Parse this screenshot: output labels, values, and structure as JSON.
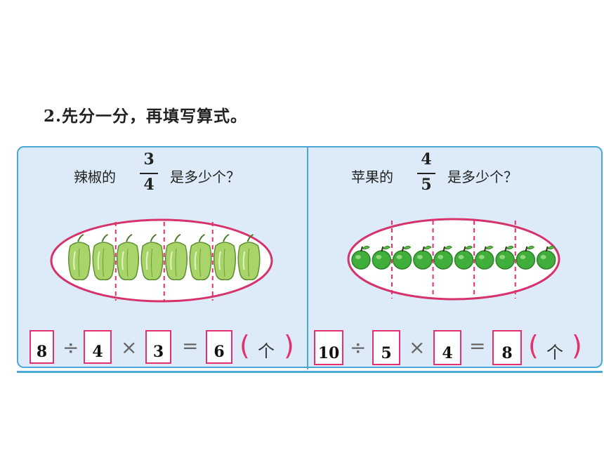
{
  "instruction": "2.先分一分，再填写算式。",
  "left": {
    "question_prefix": "辣椒的",
    "fraction": {
      "numerator": "3",
      "denominator": "4"
    },
    "question_suffix": "是多少个？",
    "item_count": 8,
    "group_count": 4,
    "equation": {
      "total": "8",
      "div_op": "÷",
      "divisor": "4",
      "mul_op": "×",
      "multiplier": "3",
      "eq_op": "=",
      "result": "6",
      "paren_open": "(",
      "unit": "个",
      "paren_close": ")"
    }
  },
  "right": {
    "question_prefix": "苹果的",
    "fraction": {
      "numerator": "4",
      "denominator": "5"
    },
    "question_suffix": "是多少个？",
    "item_count": 10,
    "group_count": 5,
    "equation": {
      "total": "10",
      "div_op": "÷",
      "divisor": "5",
      "mul_op": "×",
      "multiplier": "4",
      "eq_op": "=",
      "result": "8",
      "paren_open": "(",
      "unit": "个",
      "paren_close": ")"
    }
  },
  "colors": {
    "border": "#4aa8d6",
    "panel_bg": "#dcebf7",
    "accent_pink": "#e5306f",
    "pepper_green": "#a8d46a",
    "apple_green": "#3fae3a"
  }
}
